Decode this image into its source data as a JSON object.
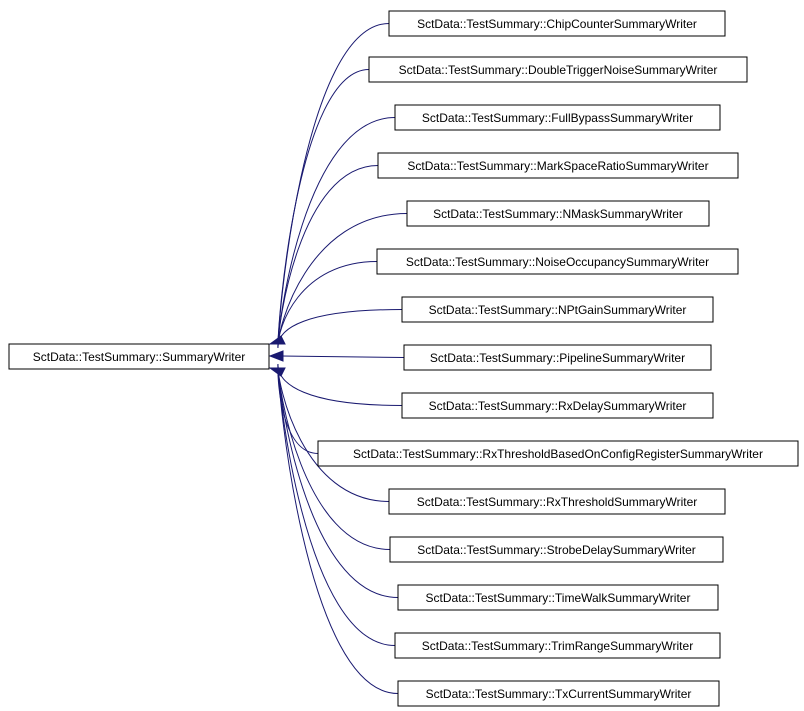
{
  "colors": {
    "edge": "#191970",
    "node_border": "#000000",
    "node_fill": "#ffffff",
    "background": "#ffffff"
  },
  "base": {
    "label": "SctData::TestSummary::SummaryWriter"
  },
  "derived": [
    {
      "label": "SctData::TestSummary::ChipCounterSummaryWriter"
    },
    {
      "label": "SctData::TestSummary::DoubleTriggerNoiseSummaryWriter"
    },
    {
      "label": "SctData::TestSummary::FullBypassSummaryWriter"
    },
    {
      "label": "SctData::TestSummary::MarkSpaceRatioSummaryWriter"
    },
    {
      "label": "SctData::TestSummary::NMaskSummaryWriter"
    },
    {
      "label": "SctData::TestSummary::NoiseOccupancySummaryWriter"
    },
    {
      "label": "SctData::TestSummary::NPtGainSummaryWriter"
    },
    {
      "label": "SctData::TestSummary::PipelineSummaryWriter"
    },
    {
      "label": "SctData::TestSummary::RxDelaySummaryWriter"
    },
    {
      "label": "SctData::TestSummary::RxThresholdBasedOnConfigRegisterSummaryWriter"
    },
    {
      "label": "SctData::TestSummary::RxThresholdSummaryWriter"
    },
    {
      "label": "SctData::TestSummary::StrobeDelaySummaryWriter"
    },
    {
      "label": "SctData::TestSummary::TimeWalkSummaryWriter"
    },
    {
      "label": "SctData::TestSummary::TrimRangeSummaryWriter"
    },
    {
      "label": "SctData::TestSummary::TxCurrentSummaryWriter"
    }
  ]
}
